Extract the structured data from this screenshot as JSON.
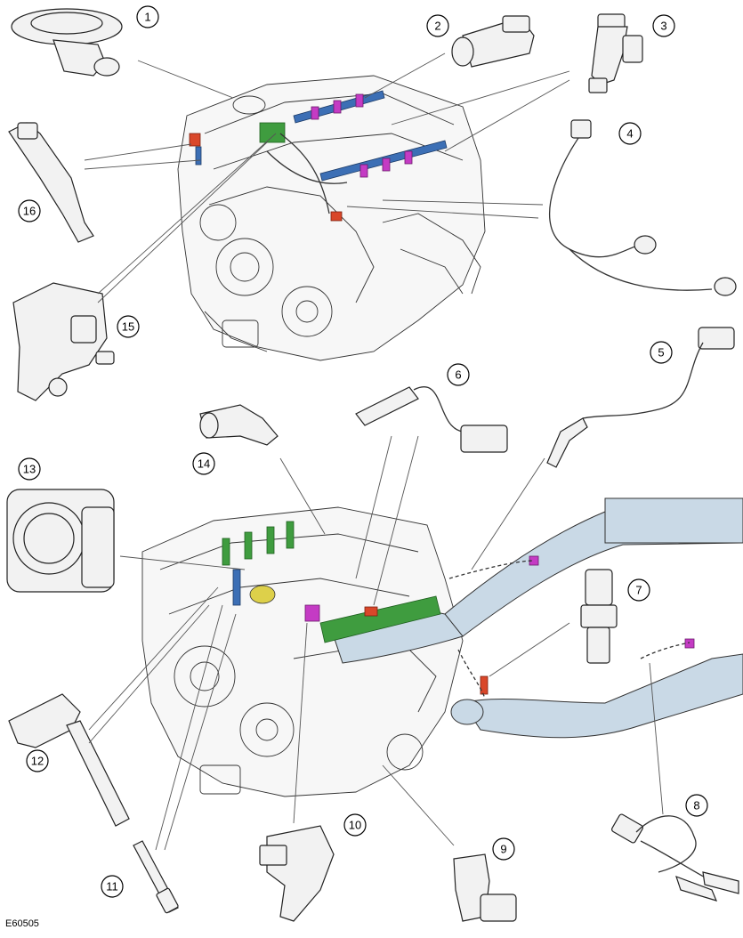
{
  "figure_id": "E60505",
  "callouts": [
    {
      "id": "c1",
      "label": "1"
    },
    {
      "id": "c2",
      "label": "2"
    },
    {
      "id": "c3",
      "label": "3"
    },
    {
      "id": "c4",
      "label": "4"
    },
    {
      "id": "c5",
      "label": "5"
    },
    {
      "id": "c6",
      "label": "6"
    },
    {
      "id": "c7",
      "label": "7"
    },
    {
      "id": "c8",
      "label": "8"
    },
    {
      "id": "c9",
      "label": "9"
    },
    {
      "id": "c10",
      "label": "10"
    },
    {
      "id": "c11",
      "label": "11"
    },
    {
      "id": "c12",
      "label": "12"
    },
    {
      "id": "c13",
      "label": "13"
    },
    {
      "id": "c14",
      "label": "14"
    },
    {
      "id": "c15",
      "label": "15"
    },
    {
      "id": "c16",
      "label": "16"
    }
  ],
  "colors": {
    "green_highlight": "#3f9c3f",
    "blue_highlight": "#3c6fb5",
    "magenta_highlight": "#c43bc4",
    "red_highlight": "#d9472a",
    "exhaust_pipe": "#c9d9e6"
  }
}
